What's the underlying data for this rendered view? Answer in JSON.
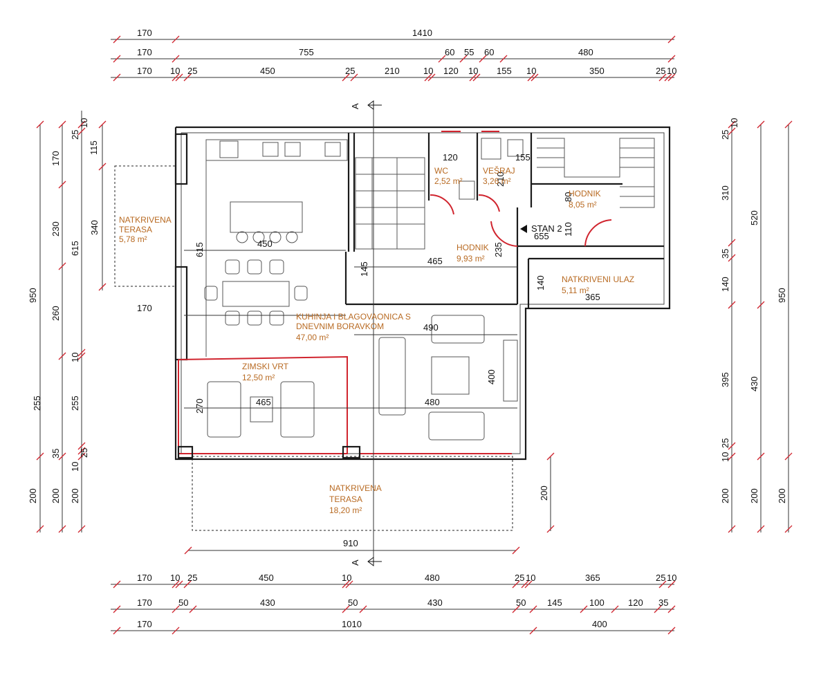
{
  "dimensions": {
    "top_row1": [
      "170",
      "1410"
    ],
    "top_row2": [
      "170",
      "755",
      "60",
      "55",
      "60",
      "480"
    ],
    "top_row3": [
      "170",
      "10",
      "25",
      "450",
      "25",
      "210",
      "10",
      "120",
      "10",
      "155",
      "10",
      "350",
      "25",
      "10"
    ],
    "bottom_row1": [
      "170",
      "10",
      "25",
      "450",
      "10",
      "480",
      "25",
      "10",
      "365",
      "25",
      "10"
    ],
    "bottom_row2": [
      "170",
      "50",
      "430",
      "50",
      "430",
      "50",
      "145",
      "100",
      "120",
      "35"
    ],
    "bottom_row3": [
      "170",
      "1010",
      "400"
    ],
    "left_col1": [
      "950"
    ],
    "left_col2": [
      "170",
      "230",
      "260",
      "35",
      "200"
    ],
    "left_col3": [
      "25",
      "10",
      "615",
      "10",
      "255",
      "10",
      "25",
      "200"
    ],
    "left_col4": [
      "115",
      "340",
      "255",
      "200"
    ],
    "right_col1": [
      "25",
      "10",
      "310",
      "35",
      "140",
      "395",
      "10",
      "25",
      "200"
    ],
    "right_col2": [
      "520",
      "430",
      "200"
    ],
    "right_col3": [
      "950",
      "200"
    ],
    "interior": [
      "450",
      "615",
      "170",
      "145",
      "465",
      "235",
      "120",
      "155",
      "210",
      "80",
      "110",
      "655",
      "140",
      "365",
      "490",
      "400",
      "480",
      "270",
      "465",
      "910",
      "200"
    ]
  },
  "rooms": {
    "terasa_left": {
      "name_line1": "NATKRIVENA",
      "name_line2": "TERASA",
      "area": "5,78 m²"
    },
    "kuhinja": {
      "name_line1": "KUHINJA I BLAGOVAONICA S",
      "name_line2": "DNEVNIM BORAVKOM",
      "area": "47,00 m²"
    },
    "zimski_vrt": {
      "name": "ZIMSKI VRT",
      "area": "12,50 m²"
    },
    "wc": {
      "name": "WC",
      "area": "2,52 m²"
    },
    "vesraj": {
      "name": "VEŠRAJ",
      "area": "3,26 m²"
    },
    "hodnik_small": {
      "name": "HODNIK",
      "area": "8,05 m²"
    },
    "hodnik": {
      "name": "HODNIK",
      "area": "9,93 m²"
    },
    "ulaz": {
      "name": "NATKRIVENI ULAZ",
      "area": "5,11 m²"
    },
    "terasa_bottom": {
      "name_line1": "NATKRIVENA",
      "name_line2": "TERASA",
      "area": "18,20 m²"
    }
  },
  "labels": {
    "stan": "STAN 2",
    "section_top": "A",
    "section_bottom": "A"
  },
  "colors": {
    "room_text": "#b86a22",
    "dimension_tick": "#d0242e",
    "wall": "#1a1a1a"
  }
}
